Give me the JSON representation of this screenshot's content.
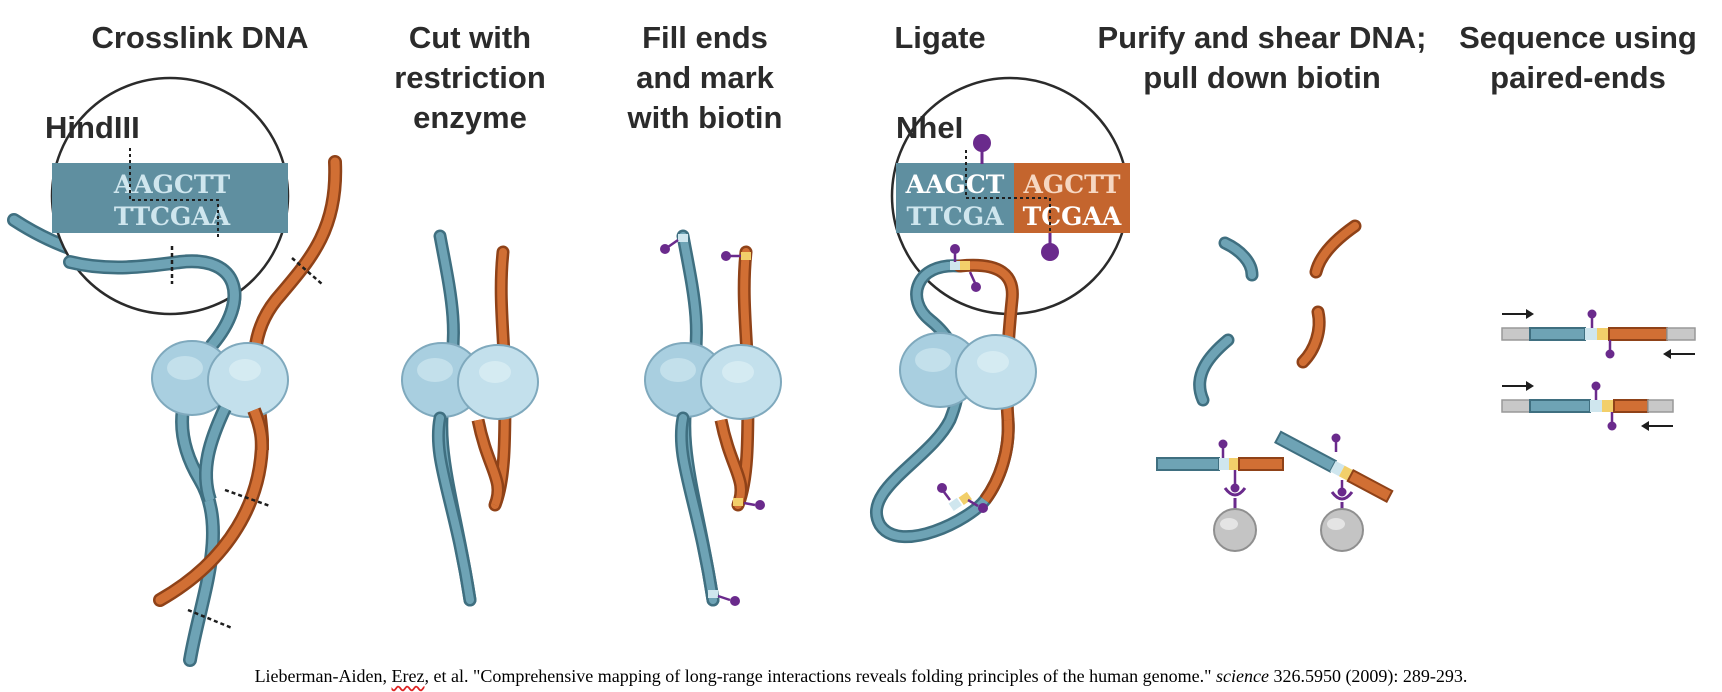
{
  "steps": [
    {
      "title_lines": [
        "Crosslink DNA"
      ]
    },
    {
      "title_lines": [
        "Cut with",
        "restriction",
        "enzyme"
      ]
    },
    {
      "title_lines": [
        "Fill ends",
        "and mark",
        "with biotin"
      ]
    },
    {
      "title_lines": [
        "Ligate"
      ]
    },
    {
      "title_lines": [
        "Purify and shear DNA;",
        "pull down biotin"
      ]
    },
    {
      "title_lines": [
        "Sequence using",
        "paired-ends"
      ]
    }
  ],
  "site1": {
    "label": "HindIII",
    "top_seq": "AAGCTT",
    "bottom_seq": "TTCGAA"
  },
  "site2": {
    "label": "NheI",
    "top_left": "AAGCT",
    "top_right": "AGCTT",
    "bottom_left": "TTCGA",
    "bottom_right": "TCGAA"
  },
  "citation": {
    "prefix": "Lieberman-Aiden, ",
    "marked": "Erez",
    "middle": ", et al. \"Comprehensive mapping of long-range interactions reveals folding principles of the human genome.\" ",
    "journal": "science",
    "suffix": " 326.5950 (2009): 289-293."
  },
  "colors": {
    "blue_strand": "#5b8fa0",
    "orange_strand": "#c4632c",
    "biotin": "#6a2a8c",
    "protein": "#a9cfe0",
    "bead": "#b8b8b8",
    "site_blue": "#5f8fa0",
    "site_orange": "#c4652e",
    "seq_light": "#cfe6ee",
    "seq_white": "#ffffff"
  }
}
